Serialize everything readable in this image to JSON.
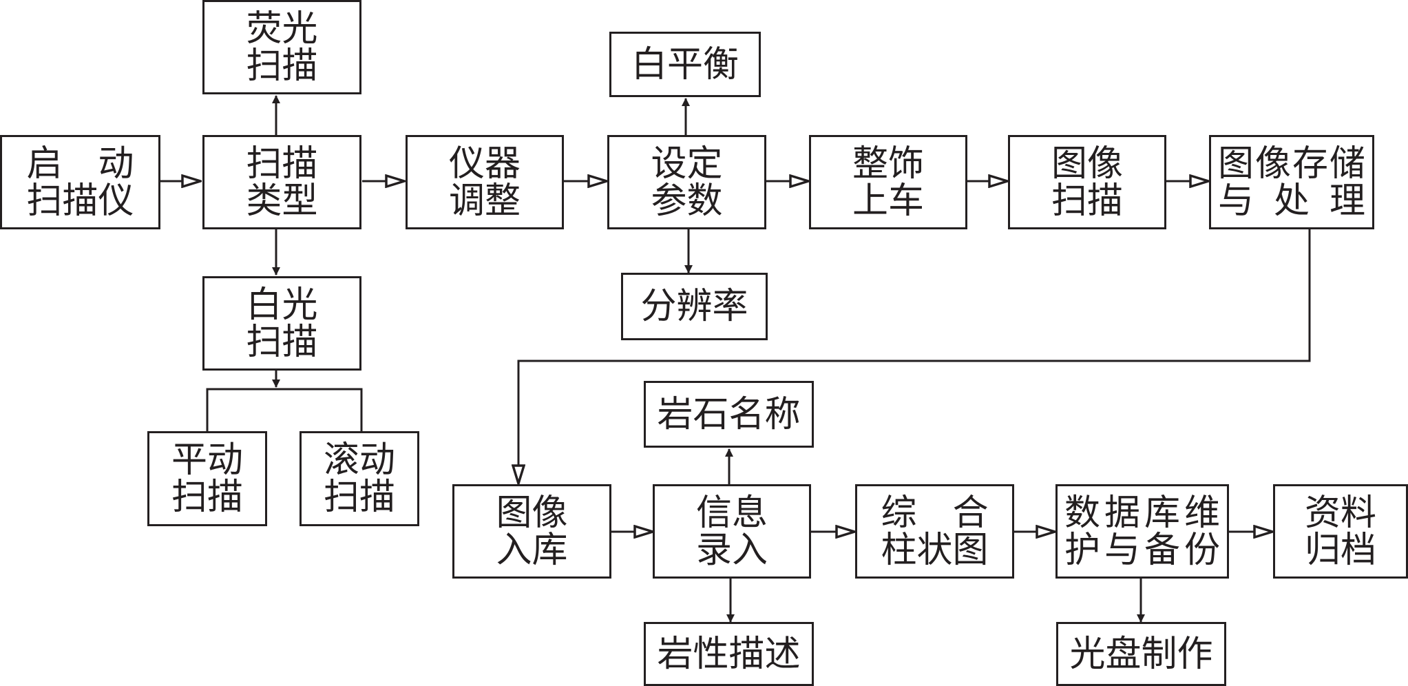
{
  "colors": {
    "line": "#231f20",
    "background": "#ffffff"
  },
  "nodes": {
    "fluorescent_scan": [
      "荧光",
      "扫描"
    ],
    "start_scanner": [
      "启　动",
      "扫描仪"
    ],
    "scan_type": [
      "扫描",
      "类型"
    ],
    "white_light_scan": [
      "白光",
      "扫描"
    ],
    "flat_scan": [
      "平动",
      "扫描"
    ],
    "roll_scan": [
      "滚动",
      "扫描"
    ],
    "instrument_adjust": [
      "仪器",
      "调整"
    ],
    "white_balance": [
      "白平衡"
    ],
    "set_parameters": [
      "设定",
      "参数"
    ],
    "resolution": [
      "分辨率"
    ],
    "trim_load": [
      "整饰",
      "上车"
    ],
    "image_scan": [
      "图像",
      "扫描"
    ],
    "image_storage": [
      "图像存储",
      "与处理"
    ],
    "rock_name": [
      "岩石名称"
    ],
    "image_import": [
      "图像",
      "入库"
    ],
    "info_entry": [
      "信息",
      "录入"
    ],
    "composite_column": [
      "综　合",
      "柱状图"
    ],
    "db_maintenance": [
      "数据库维",
      "护与备份"
    ],
    "archive": [
      "资料",
      "归档"
    ],
    "lithology_desc": [
      "岩性描述"
    ],
    "disc_making": [
      "光盘制作"
    ]
  }
}
